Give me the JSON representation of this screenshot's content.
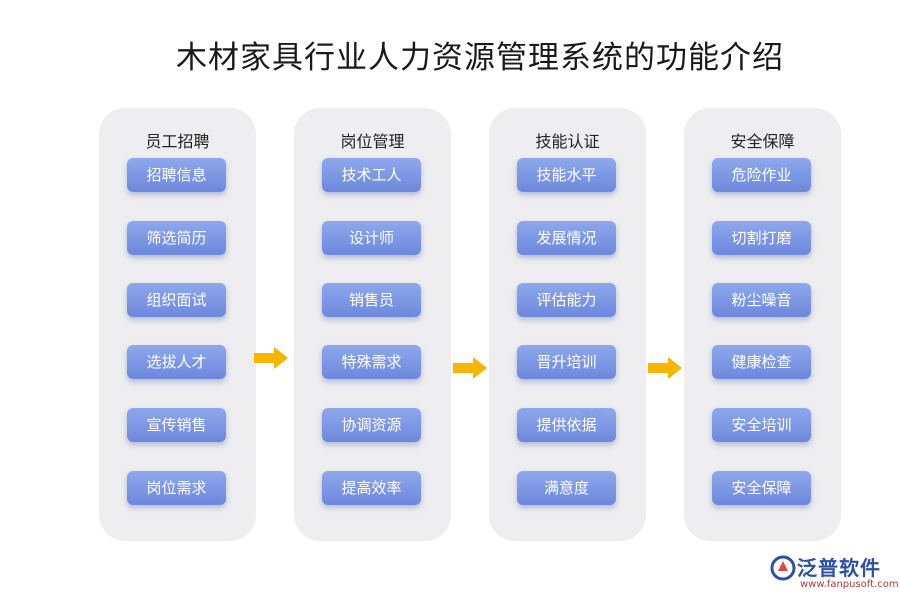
{
  "title": "木材家具行业人力资源管理系统的功能介绍",
  "columns": [
    {
      "heading": "员工招聘",
      "items": [
        "招聘信息",
        "筛选简历",
        "组织面试",
        "选拔人才",
        "宣传销售",
        "岗位需求"
      ]
    },
    {
      "heading": "岗位管理",
      "items": [
        "技术工人",
        "设计师",
        "销售员",
        "特殊需求",
        "协调资源",
        "提高效率"
      ]
    },
    {
      "heading": "技能认证",
      "items": [
        "技能水平",
        "发展情况",
        "评估能力",
        "晋升培训",
        "提供依据",
        "满意度"
      ]
    },
    {
      "heading": "安全保障",
      "items": [
        "危险作业",
        "切割打磨",
        "粉尘噪音",
        "健康检查",
        "安全培训",
        "安全保障"
      ]
    }
  ],
  "watermark": "软件",
  "logo": {
    "name": "泛普软件",
    "url": "www.fanpusoft.com"
  },
  "colors": {
    "item_fill": "#7b95e2",
    "column_bg": "#eeeef0",
    "arrow": "#f7b500"
  }
}
